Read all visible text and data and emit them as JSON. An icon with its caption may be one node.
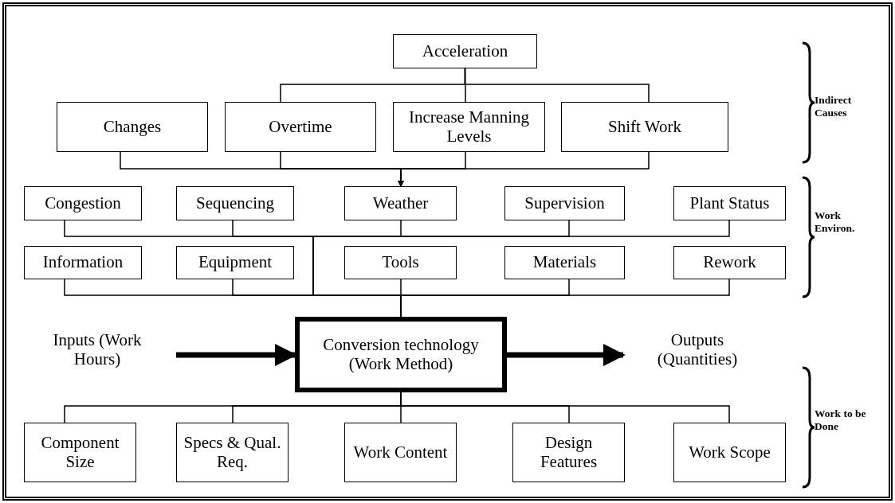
{
  "diagram": {
    "nodes": [
      {
        "text": [
          "Acceleration"
        ]
      },
      {
        "text": [
          "Changes"
        ]
      },
      {
        "text": [
          "Overtime"
        ]
      },
      {
        "text": [
          "Increase Manning Levels"
        ]
      },
      {
        "text": [
          "Shift Work"
        ]
      },
      {
        "text": [
          "Congestion"
        ]
      },
      {
        "text": [
          "Sequencing"
        ]
      },
      {
        "text": [
          "Weather"
        ]
      },
      {
        "text": [
          "Supervision"
        ]
      },
      {
        "text": [
          "Plant Status"
        ]
      },
      {
        "text": [
          "Information"
        ]
      },
      {
        "text": [
          "Equipment"
        ]
      },
      {
        "text": [
          "Tools"
        ]
      },
      {
        "text": [
          "Materials"
        ]
      },
      {
        "text": [
          "Rework"
        ]
      },
      {
        "text": [
          "Inputs (Work Hours)"
        ]
      },
      {
        "text": [
          "Conversion technology (Work Method)"
        ]
      },
      {
        "text": [
          "Outputs (Quantities)"
        ]
      },
      {
        "text": [
          "Component Size"
        ]
      },
      {
        "text": [
          "Specs & Qual. Req."
        ]
      },
      {
        "text": [
          "Work Content"
        ]
      },
      {
        "text": [
          "Design Features"
        ]
      },
      {
        "text": [
          "Work Scope"
        ]
      }
    ],
    "edges": [
      {
        "from": 0,
        "to": 2,
        "arrow": "none"
      },
      {
        "from": 0,
        "to": 3,
        "arrow": "none"
      },
      {
        "from": 0,
        "to": 4,
        "arrow": "none"
      },
      {
        "from": 1,
        "to": 7,
        "arrow": "to"
      },
      {
        "from": 2,
        "to": 7,
        "arrow": "to"
      },
      {
        "from": 3,
        "to": 7,
        "arrow": "to"
      },
      {
        "from": 4,
        "to": 7,
        "arrow": "to"
      },
      {
        "from": 5,
        "to": 16,
        "arrow": "none"
      },
      {
        "from": 6,
        "to": 16,
        "arrow": "none"
      },
      {
        "from": 7,
        "to": 16,
        "arrow": "none"
      },
      {
        "from": 8,
        "to": 16,
        "arrow": "none"
      },
      {
        "from": 9,
        "to": 16,
        "arrow": "none"
      },
      {
        "from": 10,
        "to": 16,
        "arrow": "none"
      },
      {
        "from": 11,
        "to": 16,
        "arrow": "none"
      },
      {
        "from": 12,
        "to": 16,
        "arrow": "none"
      },
      {
        "from": 13,
        "to": 16,
        "arrow": "none"
      },
      {
        "from": 14,
        "to": 16,
        "arrow": "none"
      },
      {
        "from": 15,
        "to": 16,
        "arrow": "to",
        "style": "thick"
      },
      {
        "from": 16,
        "to": 17,
        "arrow": "to",
        "style": "thick"
      },
      {
        "from": 16,
        "to": 18,
        "arrow": "none"
      },
      {
        "from": 16,
        "to": 19,
        "arrow": "none"
      },
      {
        "from": 16,
        "to": 20,
        "arrow": "none"
      },
      {
        "from": 16,
        "to": 21,
        "arrow": "none"
      },
      {
        "from": 16,
        "to": 22,
        "arrow": "none"
      }
    ],
    "labels": [
      "Indirect Causes",
      "Work Environ.",
      "Work to be Done"
    ]
  }
}
